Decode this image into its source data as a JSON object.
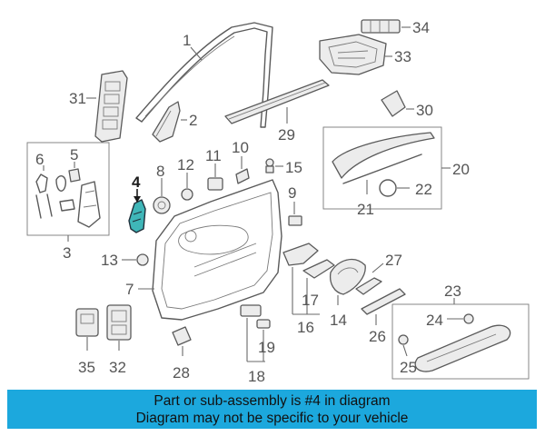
{
  "diagram": {
    "highlight_color": "#3fb6b8",
    "highlighted_part": "4",
    "callouts": [
      "1",
      "2",
      "3",
      "4",
      "5",
      "6",
      "7",
      "8",
      "10",
      "11",
      "12",
      "13",
      "15",
      "16",
      "17",
      "18",
      "19",
      "20",
      "21",
      "22",
      "23",
      "24",
      "25",
      "26",
      "27",
      "28",
      "29",
      "30",
      "31",
      "32",
      "33",
      "34",
      "35",
      "9",
      "14"
    ]
  },
  "banner": {
    "background": "#1ca8dd",
    "line1": "Part or sub-assembly is #4 in diagram",
    "line2": "Diagram may not be specific to your vehicle"
  }
}
